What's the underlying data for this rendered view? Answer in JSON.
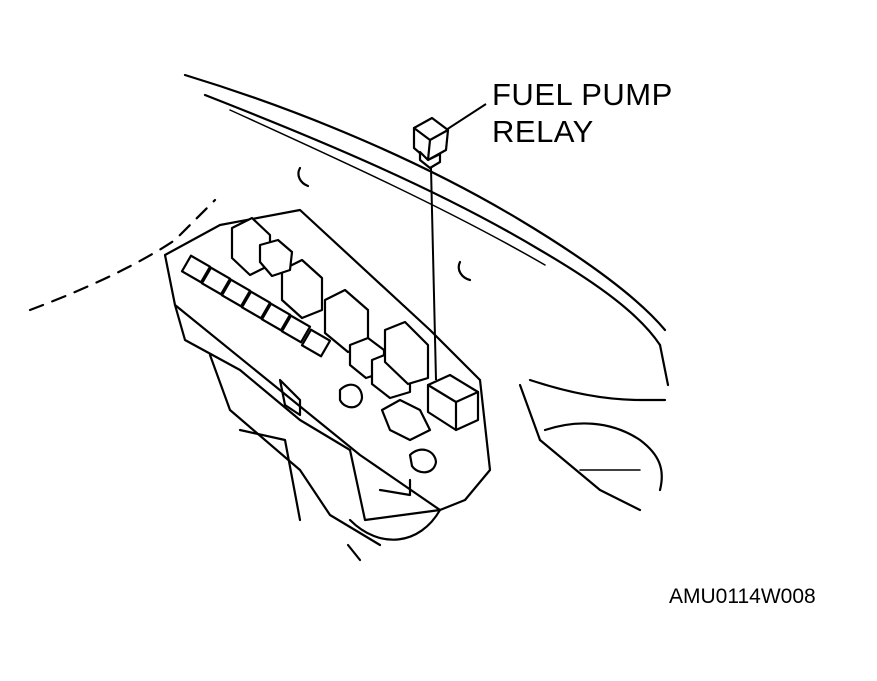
{
  "callout": {
    "line1": "FUEL PUMP",
    "line2": "RELAY"
  },
  "figure_code": "AMU0114W008",
  "colors": {
    "ink": "#000000",
    "background": "#ffffff"
  }
}
